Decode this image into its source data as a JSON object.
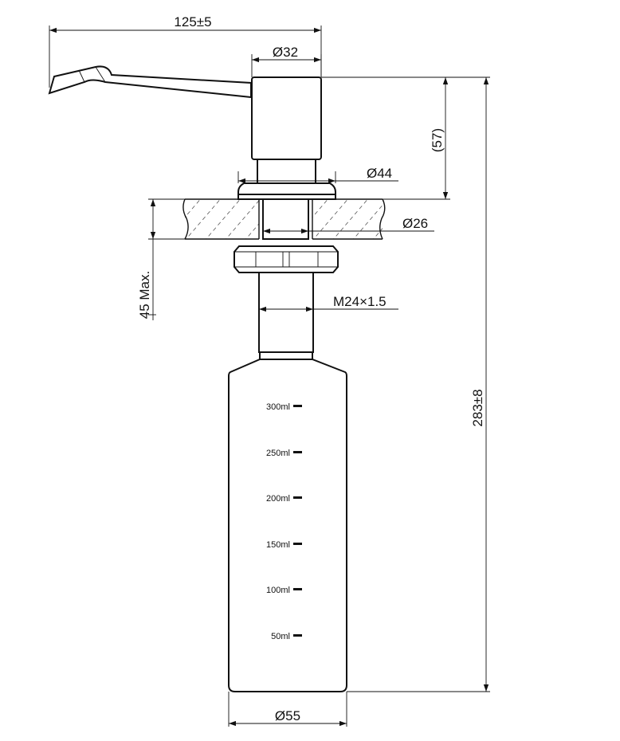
{
  "dimensions": {
    "spout_length": "125±5",
    "head_diameter": "Ø32",
    "flange_diameter": "Ø44",
    "hole_diameter": "Ø26",
    "thread": "M24×1.5",
    "bottle_diameter": "Ø55",
    "head_height": "(57)",
    "total_height": "283±8",
    "max_thickness": "45 Max."
  },
  "scale_marks": [
    "300ml",
    "250ml",
    "200ml",
    "150ml",
    "100ml",
    "50ml"
  ]
}
